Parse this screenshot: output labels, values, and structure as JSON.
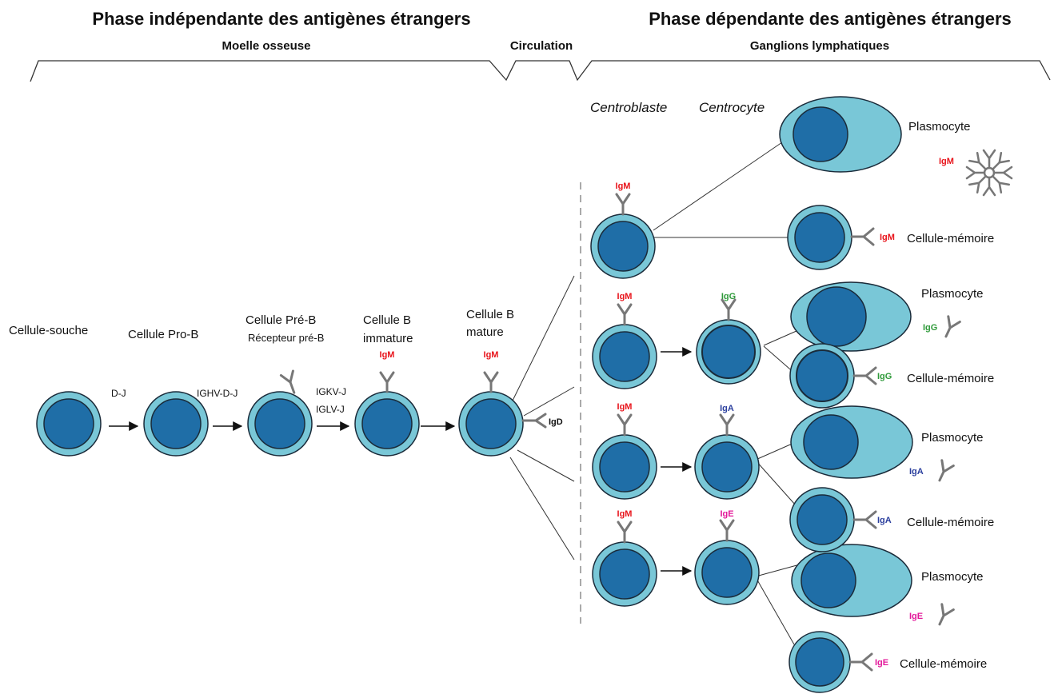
{
  "headers": {
    "phase_independent": "Phase indépendante des antigènes étrangers",
    "phase_dependent": "Phase dépendante des antigènes étrangers",
    "bone_marrow": "Moelle osseuse",
    "circulation": "Circulation",
    "lymph_nodes": "Ganglions lymphatiques"
  },
  "column_labels": {
    "centroblast": "Centroblaste",
    "centrocyte": "Centrocyte"
  },
  "stages": {
    "stem": "Cellule-souche",
    "pro_b": "Cellule Pro-B",
    "pre_b_line1": "Cellule Pré-B",
    "pre_b_line2": "Récepteur pré-B",
    "immature_line1": "Cellule B",
    "immature_line2": "immature",
    "mature_line1": "Cellule B",
    "mature_line2": "mature"
  },
  "rearrangements": {
    "dj": "D-J",
    "ighv": "IGHV-D-J",
    "igkv": "IGKV-J",
    "iglv": "IGLV-J"
  },
  "outcomes": {
    "plasmocyte": "Plasmocyte",
    "memory": "Cellule-mémoire"
  },
  "isotypes": {
    "igm": "IgM",
    "igd": "IgD",
    "igg": "IgG",
    "iga": "IgA",
    "ige": "IgE"
  },
  "colors": {
    "cell_outer": "#79c7d7",
    "cell_inner": "#1f6ea7",
    "cell_stroke": "#1a2b3a",
    "igm": "#e8141b",
    "igg": "#2f9a3a",
    "iga": "#2b3f9e",
    "ige": "#e3189a",
    "igd": "#111111",
    "antibody": "#777777",
    "divider": "#aaaaaa"
  }
}
